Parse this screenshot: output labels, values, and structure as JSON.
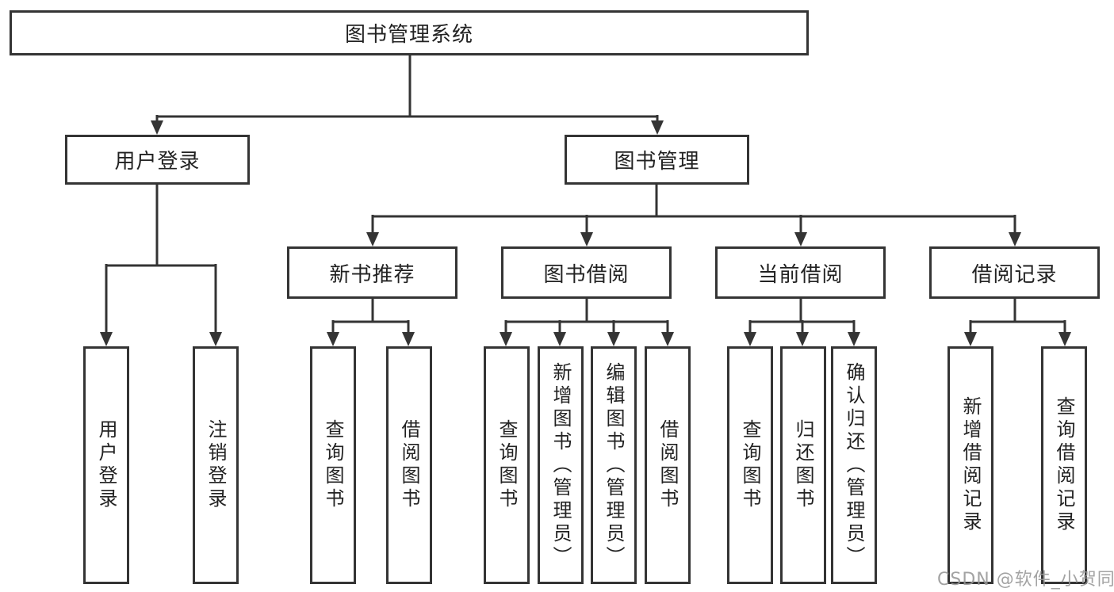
{
  "tree": {
    "label": "图书管理系统",
    "children": [
      {
        "label": "用户登录",
        "children": [
          {
            "label": "用户登录"
          },
          {
            "label": "注销登录"
          }
        ]
      },
      {
        "label": "图书管理",
        "children": [
          {
            "label": "新书推荐",
            "children": [
              {
                "label": "查询图书"
              },
              {
                "label": "借阅图书"
              }
            ]
          },
          {
            "label": "图书借阅",
            "children": [
              {
                "label": "查询图书"
              },
              {
                "label": "新增图书（管理员）"
              },
              {
                "label": "编辑图书（管理员）"
              },
              {
                "label": "借阅图书"
              }
            ]
          },
          {
            "label": "当前借阅",
            "children": [
              {
                "label": "查询图书"
              },
              {
                "label": "归还图书"
              },
              {
                "label": "确认归还（管理员）"
              }
            ]
          },
          {
            "label": "借阅记录",
            "children": [
              {
                "label": "新增借阅记录"
              },
              {
                "label": "查询借阅记录"
              }
            ]
          }
        ]
      }
    ]
  },
  "watermark": "CSDN @软件_小贺同学",
  "colors": {
    "line": "#343434",
    "box_border": "#343434",
    "text": "#222222",
    "watermark": "#969696",
    "background": "#ffffff"
  }
}
